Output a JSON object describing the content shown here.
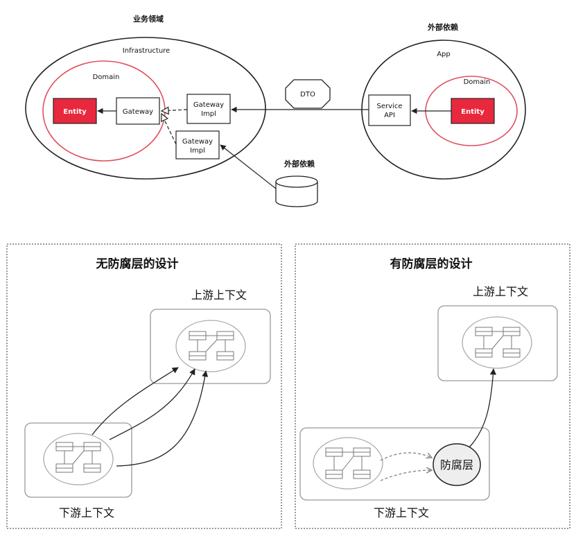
{
  "top": {
    "business_domain_label": "业务领域",
    "external_dep_label_right": "外部依赖",
    "external_dep_label_db": "外部依赖",
    "infrastructure_label": "Infrastructure",
    "domain_label_left": "Domain",
    "app_label": "App",
    "domain_label_right": "Domain",
    "entity_left": "Entity",
    "gateway": "Gateway",
    "gateway_impl_top": [
      "Gateway",
      "Impl"
    ],
    "gateway_impl_bottom": [
      "Gateway",
      "Impl"
    ],
    "dto": "DTO",
    "service_api": [
      "Service",
      "API"
    ],
    "entity_right": "Entity",
    "entity_color": "#e8283d",
    "domain_ring_color": "#e0505e"
  },
  "bottom_left": {
    "title": "无防腐层的设计",
    "upstream_label": "上游上下文",
    "downstream_label": "下游上下文"
  },
  "bottom_right": {
    "title": "有防腐层的设计",
    "upstream_label": "上游上下文",
    "downstream_label": "下游上下文",
    "acl_label": "防腐层"
  }
}
